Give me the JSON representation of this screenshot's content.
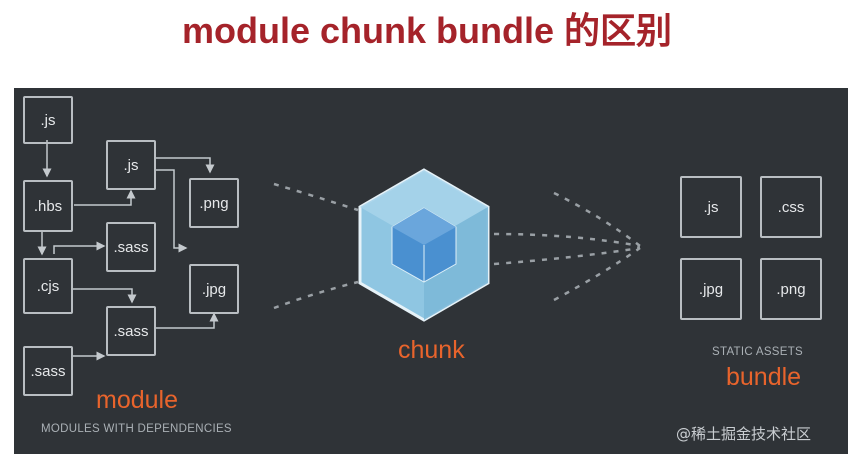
{
  "title": "module chunk bundle 的区别",
  "modules": {
    "label": "module",
    "caption": "MODULES WITH DEPENDENCIES",
    "files": [
      ".js",
      ".hbs",
      ".cjs",
      ".sass",
      ".js",
      ".sass",
      ".sass",
      ".png",
      ".jpg"
    ]
  },
  "chunk": {
    "label": "chunk"
  },
  "bundle": {
    "label": "bundle",
    "caption": "STATIC ASSETS",
    "files": [
      ".js",
      ".css",
      ".jpg",
      ".png"
    ]
  },
  "watermark": "@稀土掘金技术社区",
  "colors": {
    "title": "#a5232a",
    "accent": "#e8642c",
    "panel": "#2f3337"
  }
}
